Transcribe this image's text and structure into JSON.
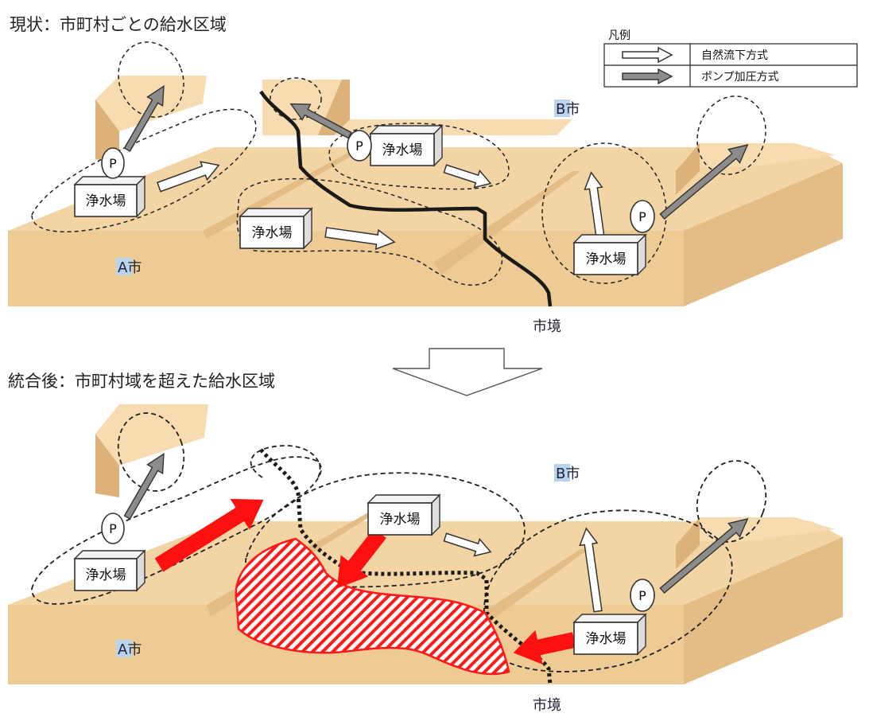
{
  "top_panel": {
    "heading": "現状：市町村ごとの給水区域",
    "plant_labels": [
      "浄水場",
      "浄水場",
      "浄水場",
      "浄水場"
    ],
    "pump_label": "P",
    "city_a": "A市",
    "city_b": "B市",
    "boundary_label": "市境"
  },
  "legend": {
    "title": "凡例",
    "items": [
      {
        "label": "自然流下方式",
        "arrow": "white-arrow"
      },
      {
        "label": "ポンプ加圧方式",
        "arrow": "grey-arrow"
      }
    ]
  },
  "bottom_panel": {
    "heading": "統合後：市町村域を超えた給水区域",
    "plant_labels": [
      "浄水場",
      "浄水場",
      "浄水場"
    ],
    "pump_label": "P",
    "city_a": "A市",
    "city_b": "B市",
    "boundary_label": "市境"
  },
  "colors": {
    "land": "#f3d4a4",
    "integration_arrow": "#ff1010",
    "city_highlight": "#b9d4ee"
  }
}
